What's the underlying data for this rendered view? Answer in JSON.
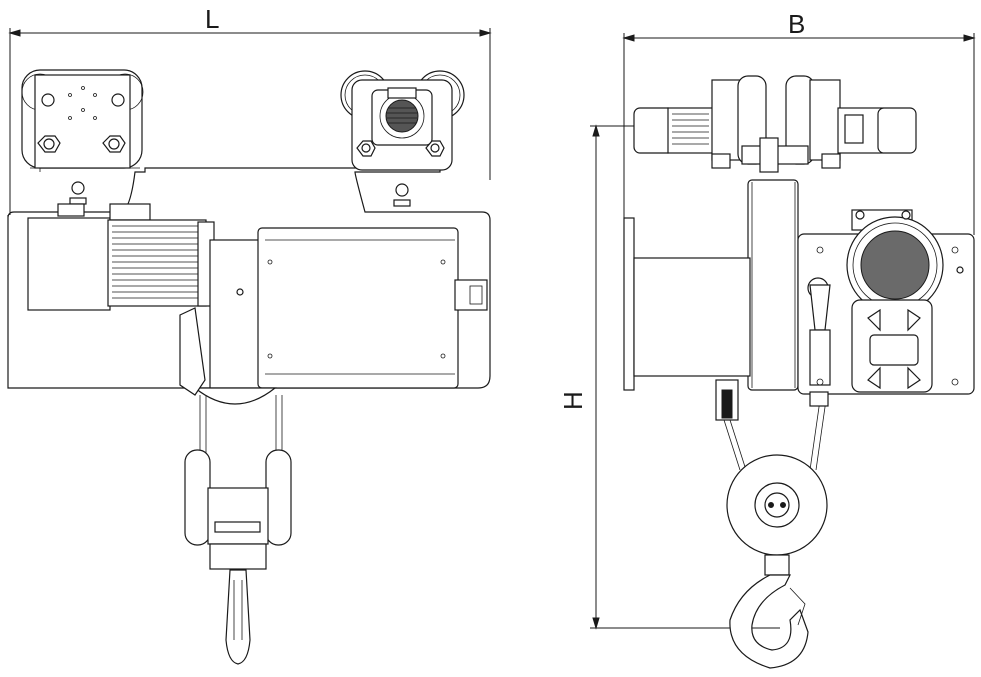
{
  "drawing": {
    "dimensions": {
      "length_label": "L",
      "width_label": "B",
      "height_label": "H"
    },
    "views": [
      "front-view",
      "side-view"
    ],
    "line_color": "#1a1a1a",
    "background_color": "#ffffff"
  }
}
